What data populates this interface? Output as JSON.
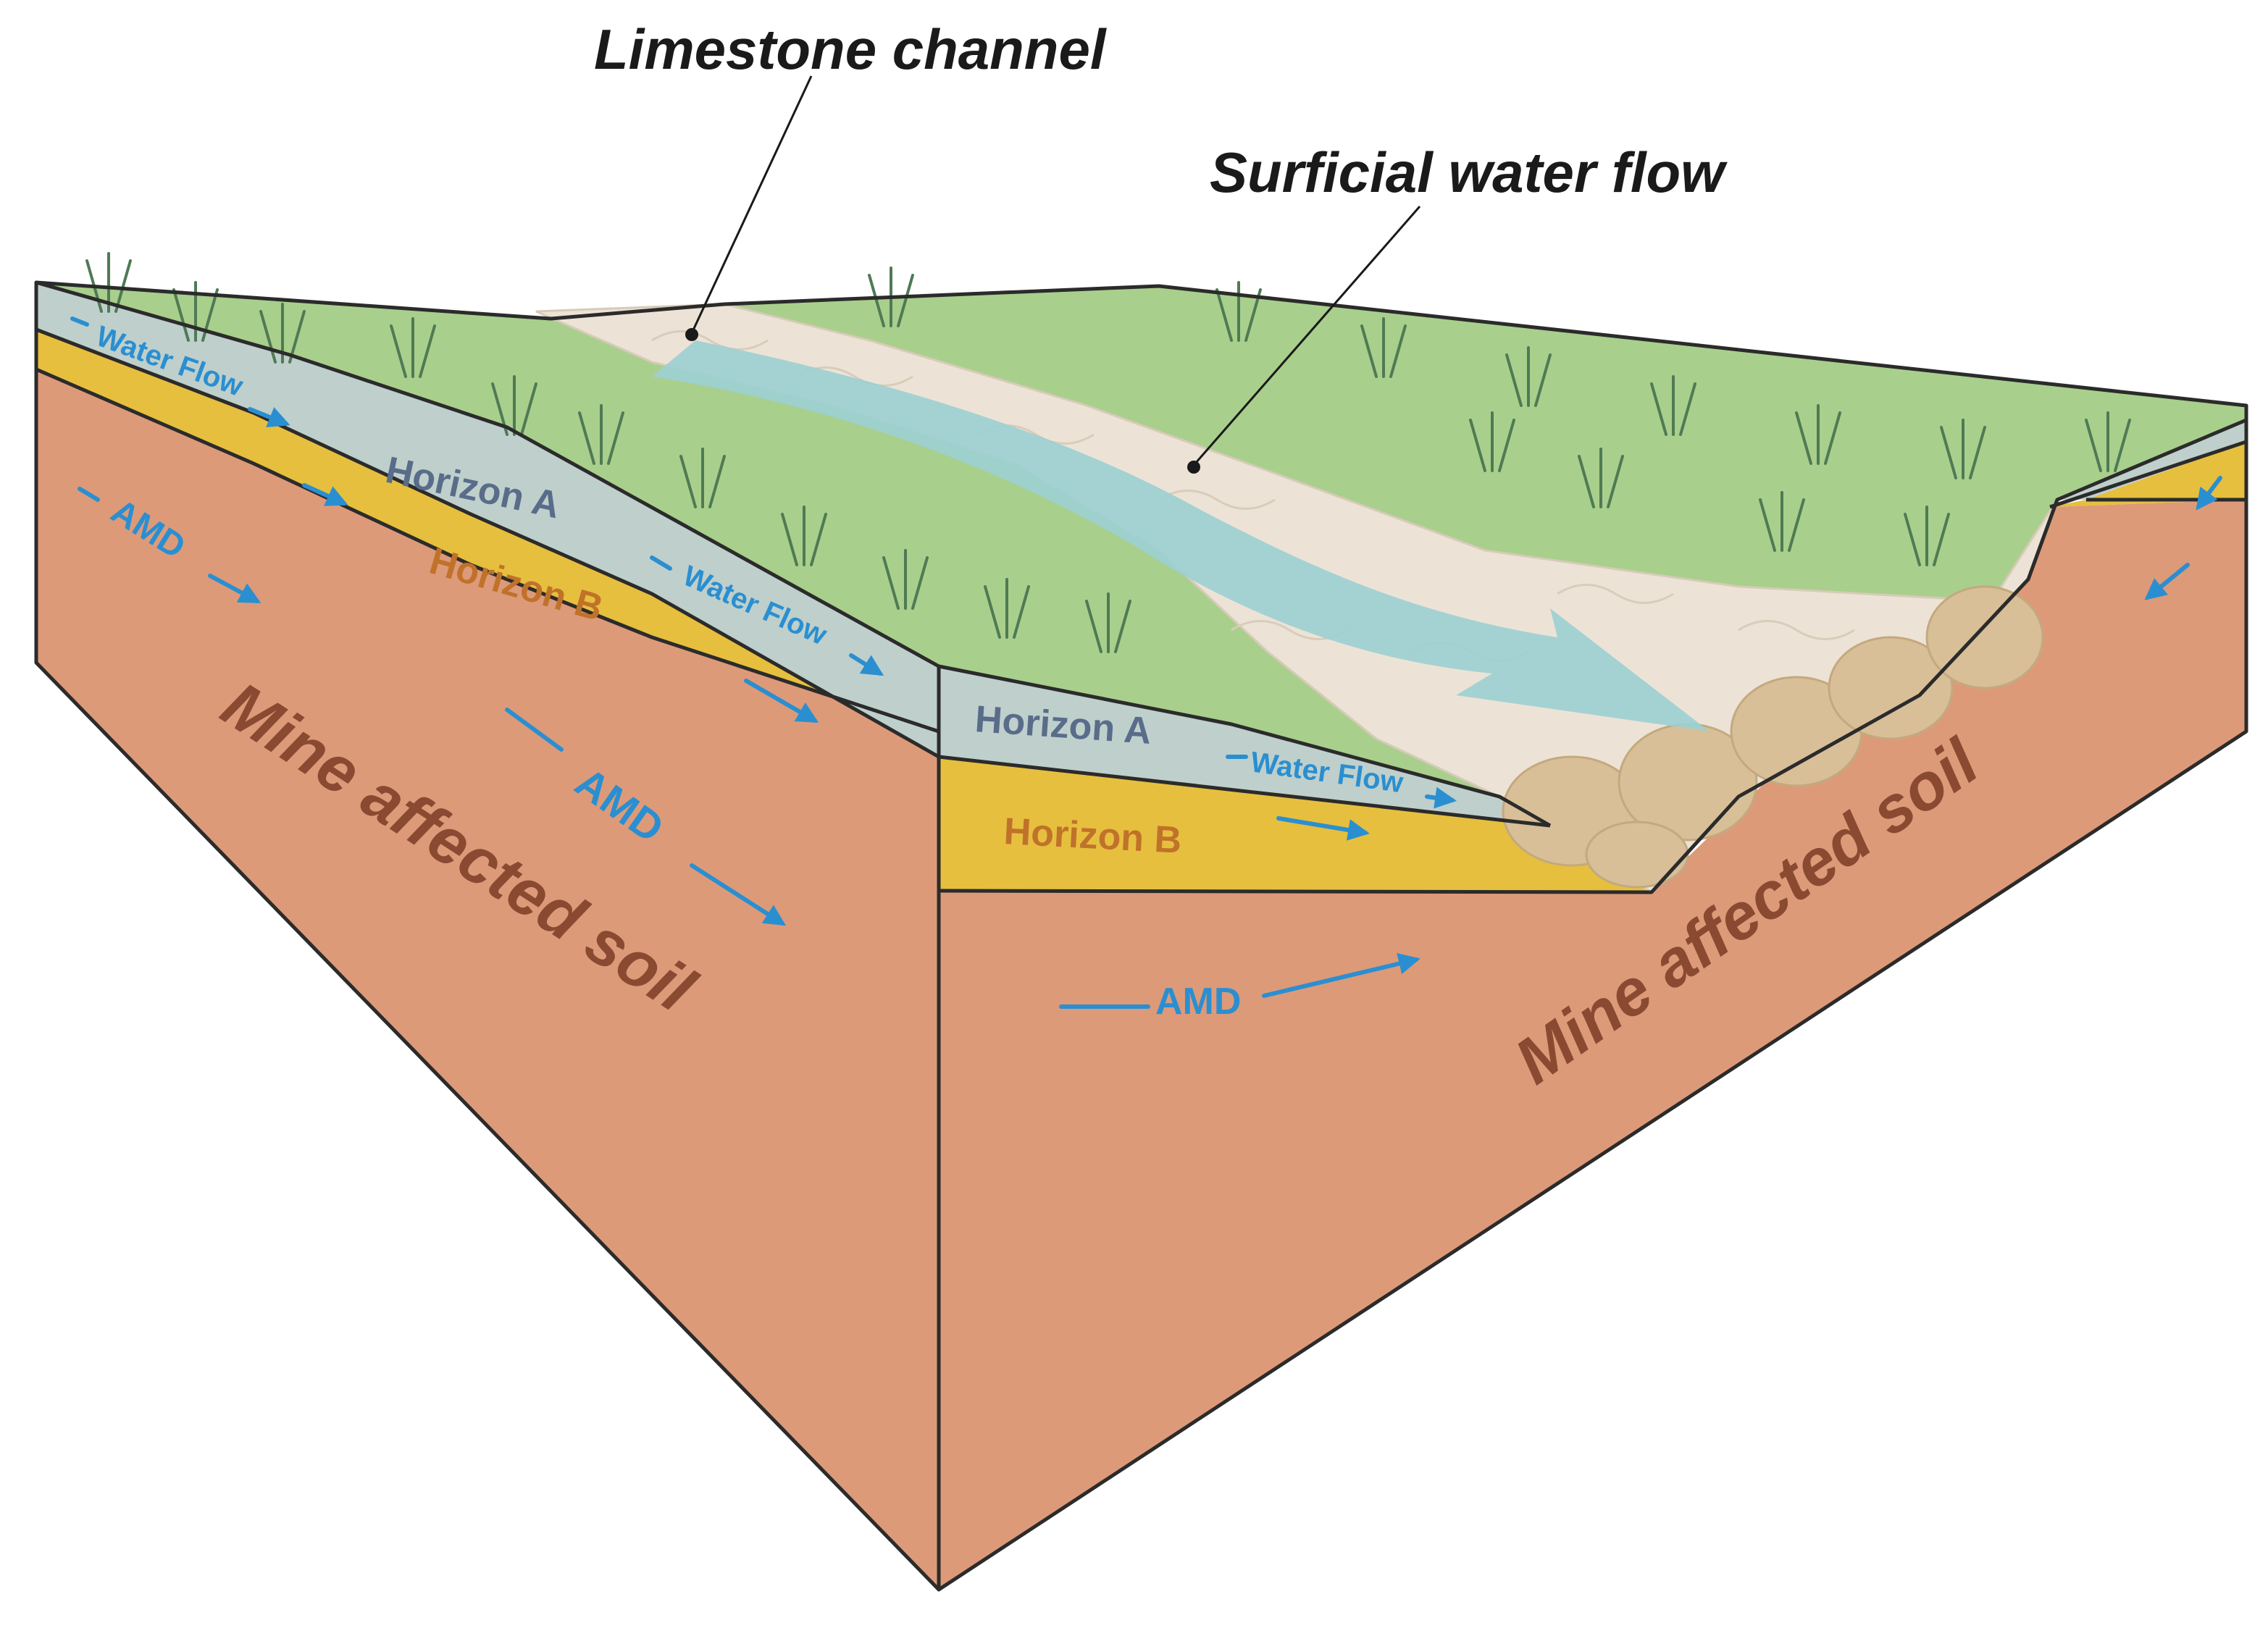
{
  "callouts": {
    "limestone_channel": "Limestone channel",
    "surficial_water_flow": "Surficial water flow"
  },
  "layers": {
    "horizon_a": "Horizon A",
    "horizon_b": "Horizon B",
    "mine_affected_soil": "Mine affected soil"
  },
  "flows": {
    "water_flow": "Water Flow",
    "amd": "AMD"
  },
  "colors": {
    "grass": "#a9cf8c",
    "horizon_a": "#bfcfcb",
    "horizon_b": "#e6bf3e",
    "mine_soil": "#dd9a79",
    "limestone": "#ece3d6",
    "boulder": "#d8bf98",
    "water": "#9ccfd3",
    "flow_arrow": "#2a8fd1"
  }
}
